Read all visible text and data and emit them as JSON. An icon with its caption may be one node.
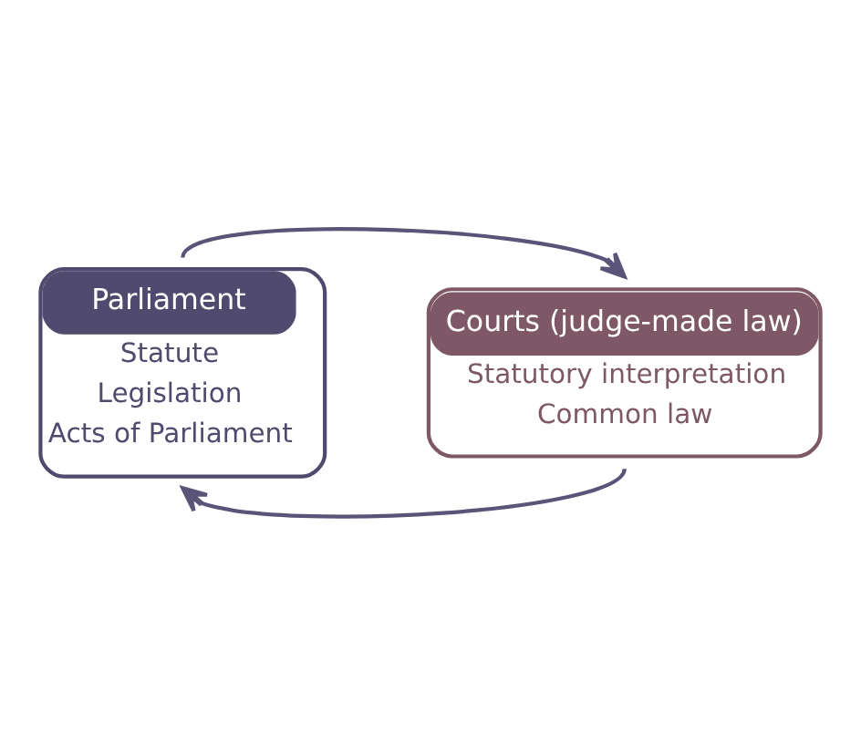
{
  "diagram": {
    "nodes": [
      {
        "text": [
          "Parliament",
          "Statute",
          "Legislation",
          "Acts of Parliament"
        ]
      },
      {
        "text": [
          "Courts (judge-made law)",
          "Statutory interpretation",
          "Common law"
        ]
      }
    ],
    "edges": [
      {
        "from": 0,
        "to": 1,
        "arrow": "to"
      },
      {
        "from": 1,
        "to": 0,
        "arrow": "to"
      }
    ]
  }
}
